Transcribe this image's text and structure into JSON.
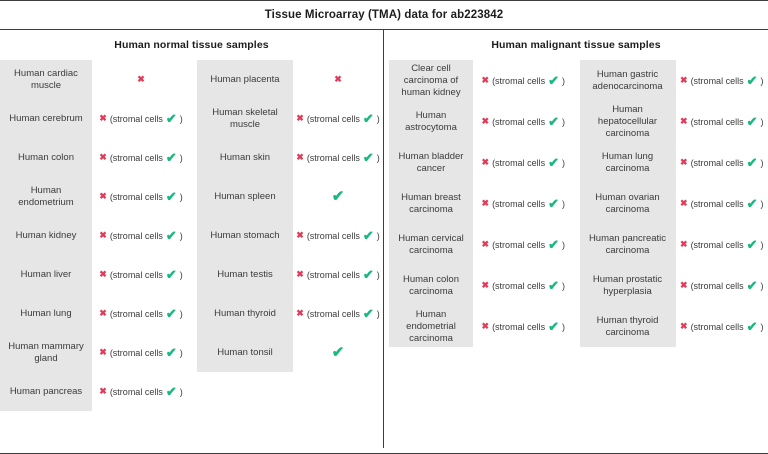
{
  "figure": {
    "title": "Tissue Microarray (TMA) data for ab223842"
  },
  "icons": {
    "negative": "✖",
    "positive": "✔",
    "paren_open": "(",
    "paren_close": ")",
    "stromal_label": "stromal cells"
  },
  "colors": {
    "negative_mark": "#e23b5a",
    "positive_mark": "#18b981",
    "name_band": "#e6e6e6",
    "border": "#3d3d3d",
    "text": "#3b3b3b"
  },
  "panels": {
    "normal": {
      "heading": "Human normal tissue samples",
      "columns": [
        {
          "rows": [
            {
              "name": "Human cardiac muscle",
              "result_type": "negative-only"
            },
            {
              "name": "Human cerebrum",
              "result_type": "negative-with-stromal"
            },
            {
              "name": "Human colon",
              "result_type": "negative-with-stromal"
            },
            {
              "name": "Human endometrium",
              "result_type": "negative-with-stromal"
            },
            {
              "name": "Human kidney",
              "result_type": "negative-with-stromal"
            },
            {
              "name": "Human liver",
              "result_type": "negative-with-stromal"
            },
            {
              "name": "Human lung",
              "result_type": "negative-with-stromal"
            },
            {
              "name": "Human mammary gland",
              "result_type": "negative-with-stromal"
            },
            {
              "name": "Human pancreas",
              "result_type": "negative-with-stromal"
            }
          ]
        },
        {
          "rows": [
            {
              "name": "Human placenta",
              "result_type": "negative-only"
            },
            {
              "name": "Human skeletal muscle",
              "result_type": "negative-with-stromal"
            },
            {
              "name": "Human skin",
              "result_type": "negative-with-stromal"
            },
            {
              "name": "Human spleen",
              "result_type": "positive-only"
            },
            {
              "name": "Human stomach",
              "result_type": "negative-with-stromal"
            },
            {
              "name": "Human testis",
              "result_type": "negative-with-stromal"
            },
            {
              "name": "Human thyroid",
              "result_type": "negative-with-stromal"
            },
            {
              "name": "Human tonsil",
              "result_type": "positive-only"
            }
          ]
        }
      ]
    },
    "malignant": {
      "heading": "Human malignant tissue samples",
      "columns": [
        {
          "rows": [
            {
              "name": "Clear cell carcinoma of human kidney",
              "result_type": "negative-with-stromal"
            },
            {
              "name": "Human astrocytoma",
              "result_type": "negative-with-stromal"
            },
            {
              "name": "Human bladder cancer",
              "result_type": "negative-with-stromal"
            },
            {
              "name": "Human breast carcinoma",
              "result_type": "negative-with-stromal"
            },
            {
              "name": "Human cervical carcinoma",
              "result_type": "negative-with-stromal"
            },
            {
              "name": "Human colon carcinoma",
              "result_type": "negative-with-stromal"
            },
            {
              "name": "Human endometrial carcinoma",
              "result_type": "negative-with-stromal"
            }
          ]
        },
        {
          "rows": [
            {
              "name": "Human gastric adenocarcinoma",
              "result_type": "negative-with-stromal"
            },
            {
              "name": "Human hepatocellular carcinoma",
              "result_type": "negative-with-stromal"
            },
            {
              "name": "Human lung carcinoma",
              "result_type": "negative-with-stromal"
            },
            {
              "name": "Human ovarian carcinoma",
              "result_type": "negative-with-stromal"
            },
            {
              "name": "Human pancreatic carcinoma",
              "result_type": "negative-with-stromal"
            },
            {
              "name": "Human prostatic hyperplasia",
              "result_type": "negative-with-stromal"
            },
            {
              "name": "Human thyroid carcinoma",
              "result_type": "negative-with-stromal"
            }
          ]
        }
      ]
    }
  }
}
